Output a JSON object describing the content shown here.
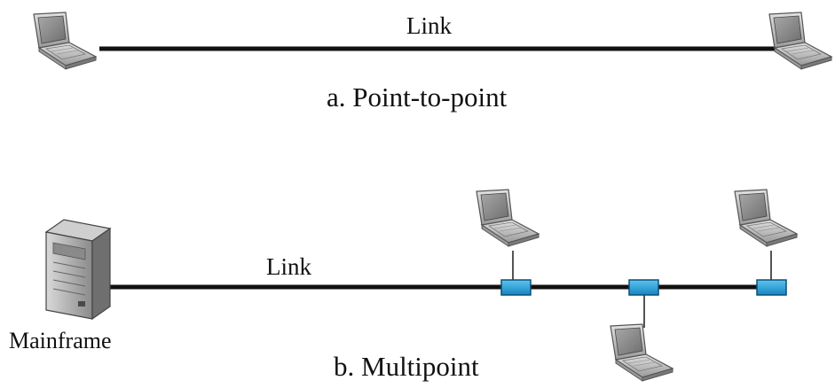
{
  "point_to_point": {
    "link_label": "Link",
    "caption": "a. Point-to-point"
  },
  "multipoint": {
    "link_label": "Link",
    "mainframe_label": "Mainframe",
    "caption": "b. Multipoint"
  },
  "colors": {
    "line": "#111111",
    "tap": "#1f9fd8",
    "laptop_body": "#c8c8c8",
    "laptop_screen": "#8c8c8c"
  },
  "icons": [
    "laptop-icon",
    "mainframe-icon",
    "network-tap-icon"
  ]
}
